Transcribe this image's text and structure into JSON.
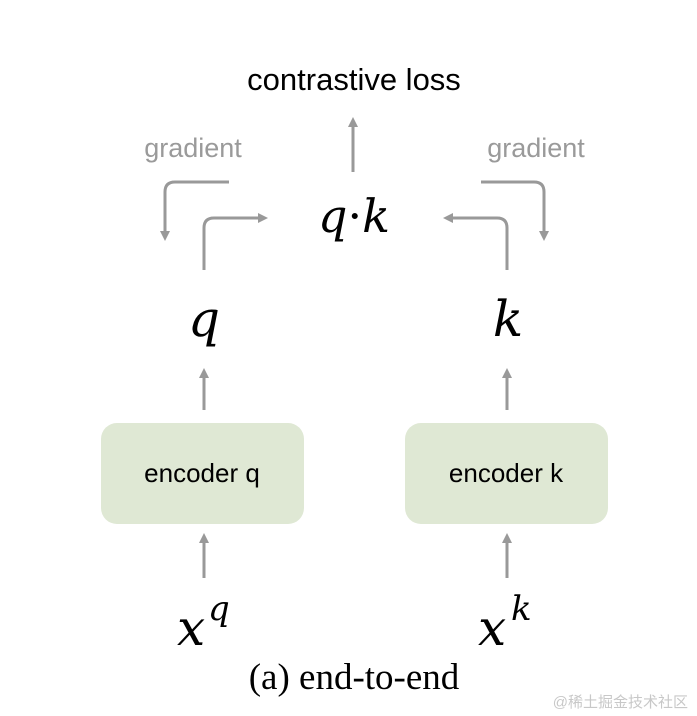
{
  "title": "contrastive loss",
  "gradient_left": "gradient",
  "gradient_right": "gradient",
  "similarity": {
    "q": "q",
    "dot": "·",
    "k": "k"
  },
  "query_symbol": "q",
  "key_symbol": "k",
  "encoder_q_label": "encoder q",
  "encoder_k_label": "encoder k",
  "input_q": {
    "base": "x",
    "sup": "q"
  },
  "input_k": {
    "base": "x",
    "sup": "k"
  },
  "caption": "(a) end-to-end",
  "watermark": "@稀土掘金技术社区",
  "colors": {
    "arrow": "#999999",
    "gradient_text": "#9a9a9a",
    "encoder_fill": "#dfe8d4",
    "text": "#000000",
    "watermark": "#c8c8c8"
  }
}
